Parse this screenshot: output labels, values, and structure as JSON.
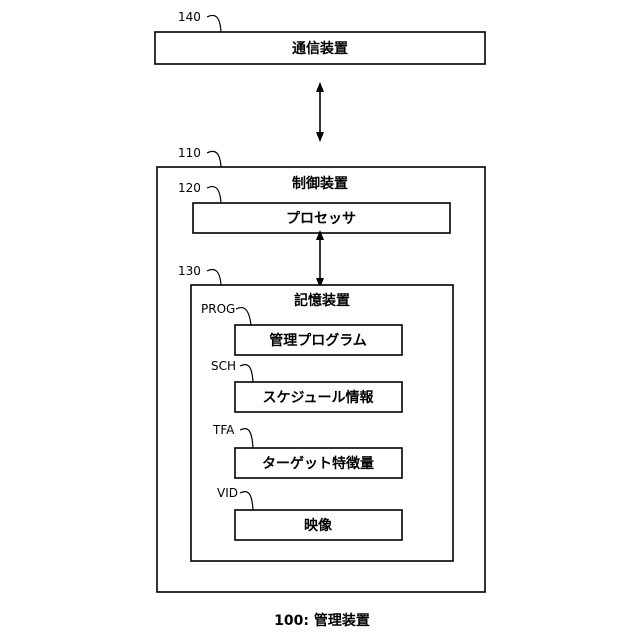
{
  "figure_caption": "100: 管理装置",
  "communication_device": {
    "ref": "140",
    "label": "通信装置"
  },
  "control_device": {
    "ref": "110",
    "label": "制御装置"
  },
  "processor": {
    "ref": "120",
    "label": "プロセッサ"
  },
  "storage_device": {
    "ref": "130",
    "label": "記憶装置"
  },
  "storage_items": [
    {
      "ref": "PROG",
      "label": "管理プログラム"
    },
    {
      "ref": "SCH",
      "label": "スケジュール情報"
    },
    {
      "ref": "TFA",
      "label": "ターゲット特徴量"
    },
    {
      "ref": "VID",
      "label": "映像"
    }
  ],
  "colors": {
    "line": "#000000",
    "background": "#ffffff"
  }
}
